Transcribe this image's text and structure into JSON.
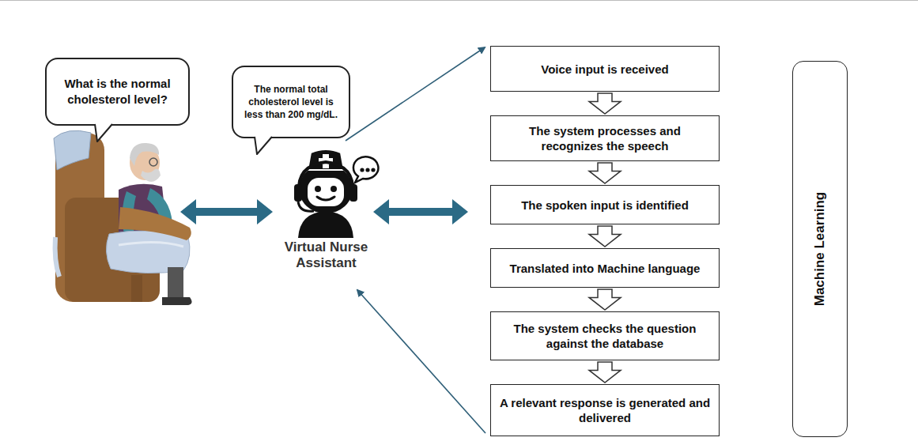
{
  "diagram": {
    "nodes": [
      {
        "text": [
          "What is the normal cholesterol level?"
        ]
      },
      {
        "text": [
          "The normal total cholesterol level is less than 200 mg/dL."
        ]
      },
      {
        "text": [
          "Virtual Nurse Assistant"
        ]
      },
      {
        "text": [
          "Voice input is received"
        ]
      },
      {
        "text": [
          "The system processes and recognizes the speech"
        ]
      },
      {
        "text": [
          "The spoken input is identified"
        ]
      },
      {
        "text": [
          "Translated into Machine language"
        ]
      },
      {
        "text": [
          "The system checks the question against the database"
        ]
      },
      {
        "text": [
          "A relevant response is generated and delivered"
        ]
      },
      {
        "text": [
          "Machine Learning"
        ]
      }
    ],
    "edges": [
      {
        "from": 3,
        "to": 4,
        "arrow": "to"
      },
      {
        "from": 4,
        "to": 5,
        "arrow": "to"
      },
      {
        "from": 5,
        "to": 6,
        "arrow": "to"
      },
      {
        "from": 6,
        "to": 7,
        "arrow": "to"
      },
      {
        "from": 7,
        "to": 8,
        "arrow": "to"
      },
      {
        "from": 1,
        "to": 3,
        "arrow": "to"
      },
      {
        "from": 8,
        "to": 2,
        "arrow": "to"
      }
    ]
  }
}
